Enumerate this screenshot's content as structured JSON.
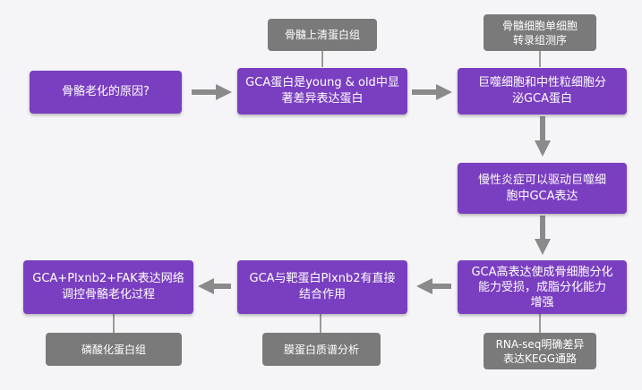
{
  "nodes": {
    "cause": "骨骼老化的原因?",
    "serum_proteome": "骨髓上清蛋白组",
    "gca_diff": "GCA蛋白是young & old中显\n著差异表达蛋白",
    "scrnaseq": "骨髓细胞单细胞\n转录组测序",
    "macrophage": "巨噬细胞和中性粒细胞分\n泌GCA蛋白",
    "inflammation": "慢性炎症可以驱动巨噬细\n胞中GCA表达",
    "high_expr": "GCA高表达使成骨细胞分化\n能力受损，成脂分化能力\n增强",
    "rnaseq": "RNA-seq明确差异\n表达KEGG通路",
    "plxnb2": "GCA与靶蛋白Plxnb2有直接\n结合作用",
    "membrane": "膜蛋白质谱分析",
    "network": "GCA+Plxnb2+FAK表达网络\n调控骨骼老化过程",
    "phospho": "磷酸化蛋白组"
  },
  "colors": {
    "primary": "#7a3fc0",
    "secondary": "#7a7a7a",
    "arrow": "#8a8a8a",
    "background": "#f5f5f7"
  }
}
